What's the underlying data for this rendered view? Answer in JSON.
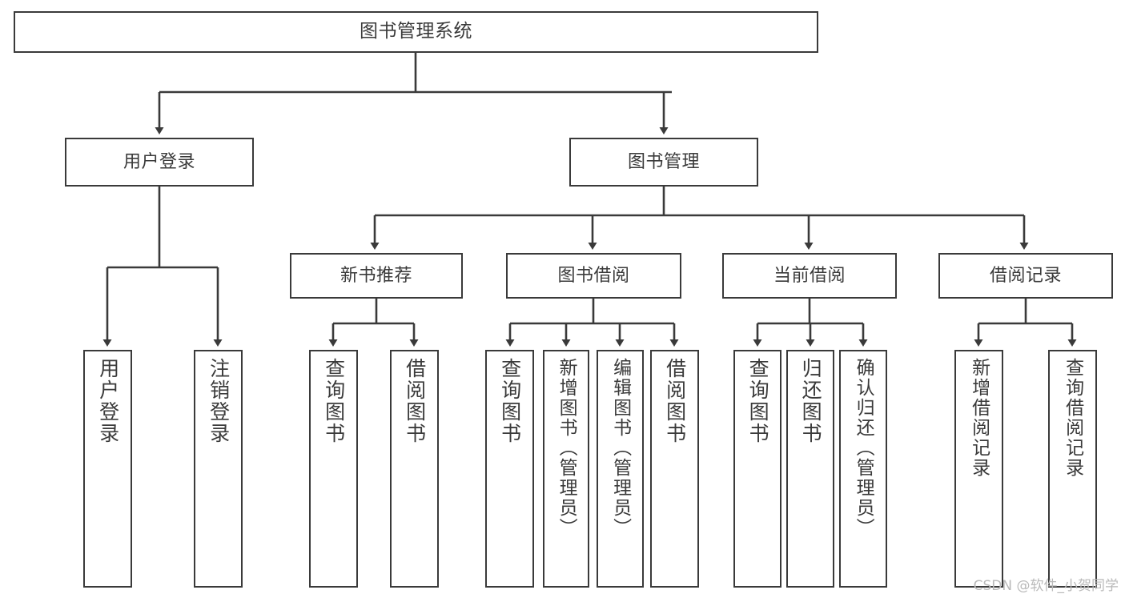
{
  "diagram": {
    "title": "图书管理系统",
    "type": "tree-hierarchy",
    "stroke_color": "#3a3a3a",
    "text_color": "#3a3a3a",
    "background_color": "#ffffff",
    "nodes": {
      "root": {
        "label": "图书管理系统"
      },
      "level1": [
        {
          "id": "user-login",
          "label": "用户登录"
        },
        {
          "id": "book-management",
          "label": "图书管理"
        }
      ],
      "level2": [
        {
          "id": "new-book-recommend",
          "label": "新书推荐"
        },
        {
          "id": "book-borrow",
          "label": "图书借阅"
        },
        {
          "id": "current-borrow",
          "label": "当前借阅"
        },
        {
          "id": "borrow-record",
          "label": "借阅记录"
        }
      ],
      "leaves": {
        "user_login": [
          {
            "id": "leaf-user-login",
            "label": "用户登录"
          },
          {
            "id": "leaf-logout-login",
            "label": "注销登录"
          }
        ],
        "new_book_recommend": [
          {
            "id": "leaf-query-book-1",
            "label": "查询图书"
          },
          {
            "id": "leaf-borrow-book-1",
            "label": "借阅图书"
          }
        ],
        "book_borrow": [
          {
            "id": "leaf-query-book-2",
            "label": "查询图书"
          },
          {
            "id": "leaf-add-book",
            "label": "新增图书（管理员）"
          },
          {
            "id": "leaf-edit-book",
            "label": "编辑图书（管理员）"
          },
          {
            "id": "leaf-borrow-book-2",
            "label": "借阅图书"
          }
        ],
        "current_borrow": [
          {
            "id": "leaf-query-book-3",
            "label": "查询图书"
          },
          {
            "id": "leaf-return-book",
            "label": "归还图书"
          },
          {
            "id": "leaf-confirm-return",
            "label": "确认归还（管理员）"
          }
        ],
        "borrow_record": [
          {
            "id": "leaf-add-record",
            "label": "新增借阅记录"
          },
          {
            "id": "leaf-query-record",
            "label": "查询借阅记录"
          }
        ]
      }
    }
  },
  "watermark": {
    "text": "CSDN @软件_小贺同学"
  }
}
